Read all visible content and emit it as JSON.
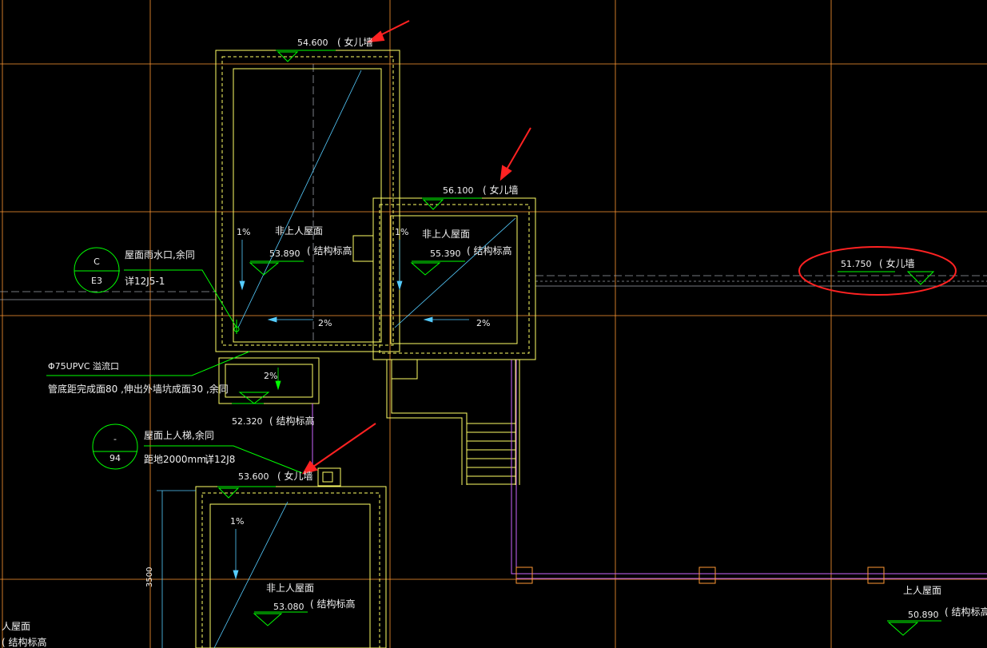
{
  "colors": {
    "background": "#000000",
    "grid": "#ff9933",
    "axis": "#9aa0a8",
    "wall": "#ffff66",
    "leader": "#00ff00",
    "dim": "#55ccff",
    "outline": "#cc66ff",
    "text": "#f0f0f0",
    "arrow": "#ff2222",
    "markup": "#ff2222"
  },
  "elevations": {
    "top_left": {
      "value": "54.600",
      "note": "( 女儿墙"
    },
    "center": {
      "value": "56.100",
      "note": "( 女儿墙"
    },
    "right": {
      "value": "51.750",
      "note": "( 女儿墙"
    },
    "bottom_left": {
      "value": "53.600",
      "note": "( 女儿墙"
    },
    "room1": {
      "value": "53.890",
      "note": "( 结构标高"
    },
    "room2": {
      "value": "55.390",
      "note": "( 结构标高"
    },
    "lower": {
      "value": "52.320",
      "note": "( 结构标高"
    },
    "room3": {
      "value": "53.080",
      "note": "( 结构标高"
    },
    "br": {
      "value": "50.890",
      "note": "( 结构标高"
    }
  },
  "roof_labels": {
    "room1": "非上人屋面",
    "room2": "非上人屋面",
    "room3": "非上人屋面",
    "br": "上人屋面",
    "edge": "人屋面",
    "edge_note": "( 结构标高"
  },
  "slopes": {
    "s1": "1%",
    "s2": "2%",
    "s3": "1%",
    "s4": "2%",
    "s5": "2%",
    "s6": "1%"
  },
  "callouts": {
    "c1": {
      "top": "C",
      "bottom": "E3",
      "line1": "屋面雨水口,余同",
      "line2": "详12J5-1"
    },
    "c2": {
      "top": "-",
      "bottom": "94",
      "line1": "屋面上人梯,余同",
      "line2": "距地2000mm,",
      "line3": "详12J8"
    },
    "overflow": {
      "line1": "Φ75UPVC 溢流口",
      "line2": "管底距完成面80 ,伸出外墙坑成面30 ,余同"
    }
  },
  "dimensions": {
    "vertical": "3500"
  }
}
